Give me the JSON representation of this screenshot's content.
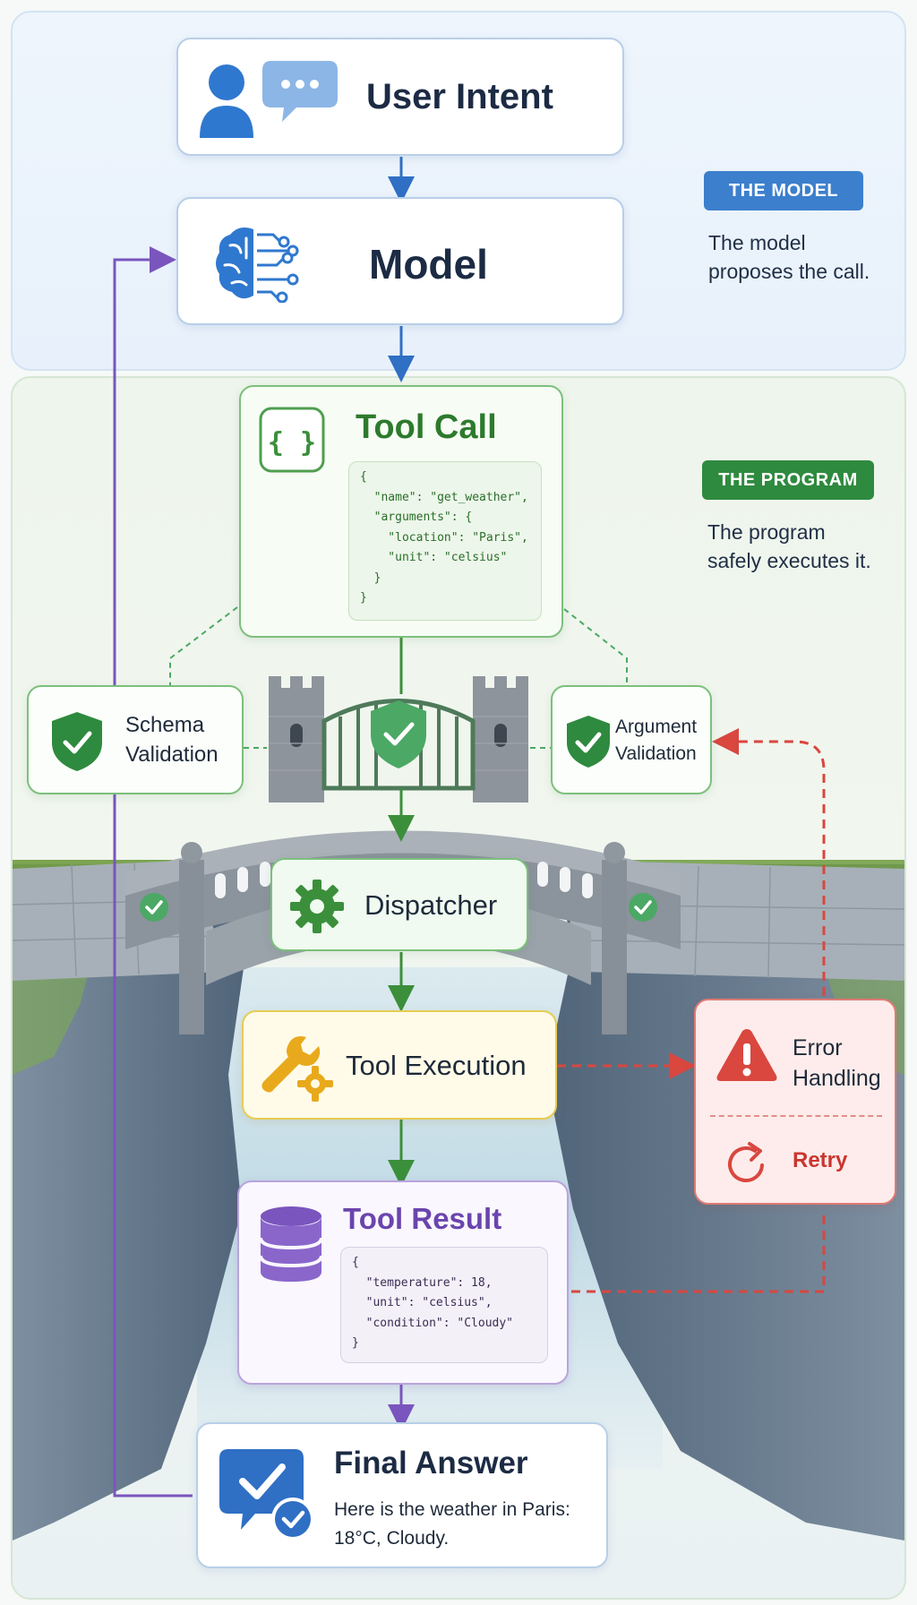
{
  "nodes": {
    "user_intent": {
      "label": "User Intent"
    },
    "model": {
      "label": "Model"
    },
    "tool_call": {
      "label": "Tool Call",
      "code": "{\n  \"name\": \"get_weather\",\n  \"arguments\": {\n    \"location\": \"Paris\",\n    \"unit\": \"celsius\"\n  }\n}"
    },
    "schema_validation": {
      "line1": "Schema",
      "line2": "Validation"
    },
    "argument_validation": {
      "line1": "Argument",
      "line2": "Validation"
    },
    "dispatcher": {
      "label": "Dispatcher"
    },
    "tool_execution": {
      "label": "Tool Execution"
    },
    "tool_result": {
      "label": "Tool Result",
      "code": "{\n  \"temperature\": 18,\n  \"unit\": \"celsius\",\n  \"condition\": \"Cloudy\"\n}"
    },
    "error_handling": {
      "line1": "Error",
      "line2": "Handling",
      "retry": "Retry"
    },
    "final_answer": {
      "label": "Final Answer",
      "line1": "Here is the weather in Paris:",
      "line2": "18°C, Cloudy."
    }
  },
  "sections": {
    "model": {
      "badge": "THE MODEL",
      "line1": "The model",
      "line2": "proposes the call.",
      "color": "#3c7fcd"
    },
    "program": {
      "badge": "THE PROGRAM",
      "line1": "The program",
      "line2": "safely executes it.",
      "color": "#2e8a3e"
    }
  },
  "colors": {
    "blue": "#2f6fc4",
    "green": "#3b8f3b",
    "purple": "#7a55bd",
    "red": "#d9473f",
    "yellow": "#e8a91c"
  },
  "icons": [
    "user-icon",
    "chat-bubble-icon",
    "brain-circuit-icon",
    "curly-braces-icon",
    "shield-check-icon",
    "gear-icon",
    "wrench-gear-icon",
    "database-icon",
    "warning-triangle-icon",
    "retry-icon",
    "chat-check-icon",
    "castle-gate-icon",
    "stone-bridge-icon"
  ]
}
